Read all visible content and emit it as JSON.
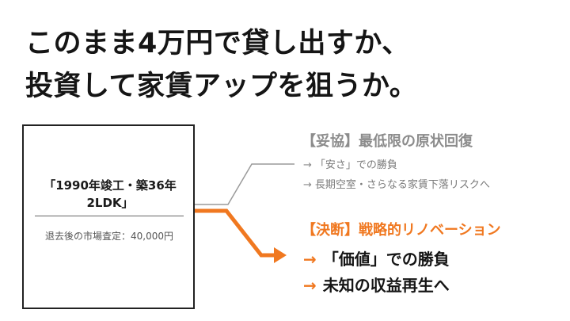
{
  "headline": {
    "line1": "このまま4万円で貸し出すか、",
    "line2": "投資して家賃アップを狙うか。"
  },
  "property": {
    "title_line1": "「1990年竣工・築36年",
    "title_line2": "2LDK」",
    "appraisal": "退去後の市場査定：40,000円"
  },
  "options": {
    "compromise": {
      "title": "【妥協】最低限の原状回復",
      "arrow": "→",
      "points": [
        "「安さ」での勝負",
        "長期空室・さらなる家賃下落リスクへ"
      ]
    },
    "decision": {
      "title": "【決断】戦略的リノベーション",
      "arrow": "→",
      "points": [
        "「価値」での勝負",
        "未知の収益再生へ"
      ]
    }
  },
  "colors": {
    "accent": "#f07820",
    "muted": "#8c8c8c",
    "text": "#151515"
  }
}
